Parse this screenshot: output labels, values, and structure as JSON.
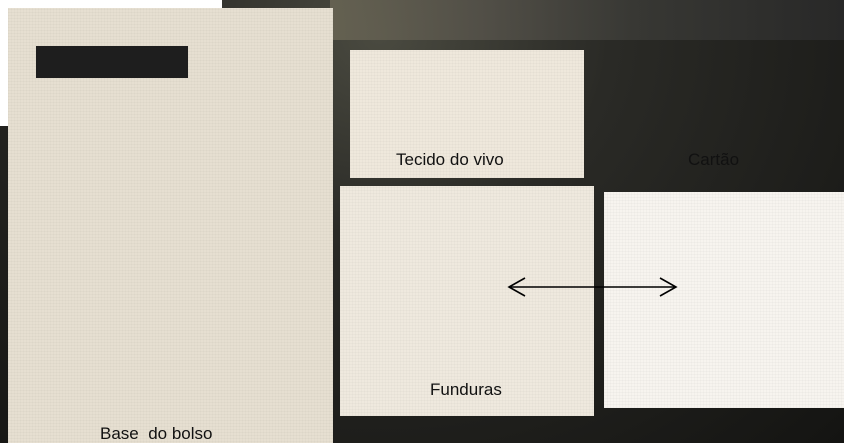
{
  "labels": {
    "base": "Base  do bolso",
    "tecido": "Tecido do vivo",
    "cartao": "Cartão",
    "funduras": "Funduras"
  },
  "colors": {
    "background": "#1a1a17",
    "fabric": "#ebe4d6",
    "card": "#ffffff",
    "slot": "#1e1e1e",
    "arrow": "#000000"
  },
  "icons": {
    "arrow": "double-headed-arrow"
  }
}
